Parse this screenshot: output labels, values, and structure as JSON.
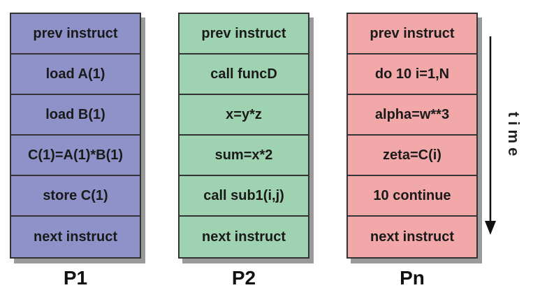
{
  "processors": [
    {
      "label": "P1",
      "color": "#8f92c8",
      "instructions": [
        "prev instruct",
        "load A(1)",
        "load B(1)",
        "C(1)=A(1)*B(1)",
        "store C(1)",
        "next instruct"
      ]
    },
    {
      "label": "P2",
      "color": "#9fd2b0",
      "instructions": [
        "prev instruct",
        "call funcD",
        "x=y*z",
        "sum=x*2",
        "call sub1(i,j)",
        "next instruct"
      ]
    },
    {
      "label": "Pn",
      "color": "#f2a8a8",
      "instructions": [
        "prev instruct",
        "do 10 i=1,N",
        "alpha=w**3",
        "zeta=C(i)",
        "10 continue",
        "next instruct"
      ]
    }
  ],
  "time_label": "time"
}
